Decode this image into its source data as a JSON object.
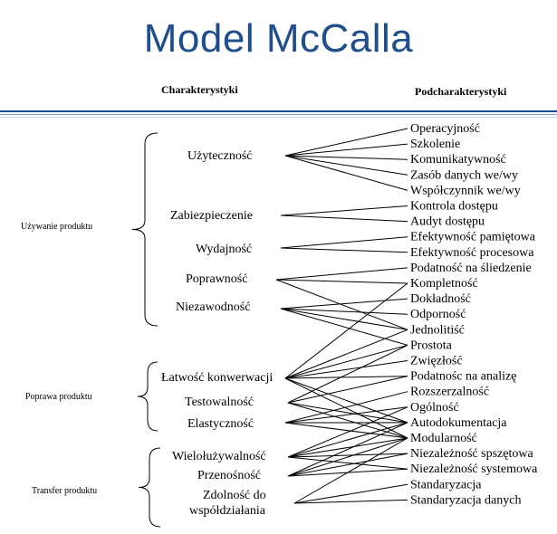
{
  "title": "Model McCalla",
  "headers": {
    "left": "Charakterystyki",
    "right": "Podcharakterystyki"
  },
  "groups": [
    {
      "id": "g1",
      "label": "Używanie produktu"
    },
    {
      "id": "g2",
      "label": "Poprawa produktu"
    },
    {
      "id": "g3",
      "label": "Transfer produktu"
    }
  ],
  "characteristics": [
    {
      "id": "c1",
      "label": "Użyteczność"
    },
    {
      "id": "c2",
      "label": "Zabiezpieczenie"
    },
    {
      "id": "c3",
      "label": "Wydajność"
    },
    {
      "id": "c4",
      "label": "Poprawność"
    },
    {
      "id": "c5",
      "label": "Niezawodność"
    },
    {
      "id": "c6",
      "label": "Łatwość konwerwacji"
    },
    {
      "id": "c7",
      "label": "Testowalność"
    },
    {
      "id": "c8",
      "label": "Elastyczność"
    },
    {
      "id": "c9",
      "label": "Wielołużywalność"
    },
    {
      "id": "c10",
      "label": "Przenośność"
    },
    {
      "id": "c11",
      "label": "Zdolność do",
      "label2": "współdziałania"
    }
  ],
  "subcharacteristics": [
    {
      "id": "s1",
      "label": "Operacyjność"
    },
    {
      "id": "s2",
      "label": "Szkolenie"
    },
    {
      "id": "s3",
      "label": "Komunikatywność"
    },
    {
      "id": "s4",
      "label": "Zasób danych we/wy"
    },
    {
      "id": "s5",
      "label": "Współczynnik we/wy"
    },
    {
      "id": "s6",
      "label": "Kontrola dostępu"
    },
    {
      "id": "s7",
      "label": "Audyt dostępu"
    },
    {
      "id": "s8",
      "label": "Efektywność pamiętowa"
    },
    {
      "id": "s9",
      "label": "Efektywność procesowa"
    },
    {
      "id": "s10",
      "label": "Podatność na śliedzenie"
    },
    {
      "id": "s11",
      "label": "Kompletność"
    },
    {
      "id": "s12",
      "label": "Dokładność"
    },
    {
      "id": "s13",
      "label": "Odporność"
    },
    {
      "id": "s14",
      "label": "Jednolitiść"
    },
    {
      "id": "s15",
      "label": "Prostota"
    },
    {
      "id": "s16",
      "label": "Zwięzłość"
    },
    {
      "id": "s17",
      "label": "Podatnośc na analizę"
    },
    {
      "id": "s18",
      "label": "Rozszerzalność"
    },
    {
      "id": "s19",
      "label": "Ogólność"
    },
    {
      "id": "s20",
      "label": "Autodokumentacja"
    },
    {
      "id": "s21",
      "label": "Modularność"
    },
    {
      "id": "s22",
      "label": "Niezależność spszętowa"
    },
    {
      "id": "s23",
      "label": "Niezależność systemowa"
    },
    {
      "id": "s24",
      "label": "Standaryzacja"
    },
    {
      "id": "s25",
      "label": "Standaryzacja danych"
    }
  ],
  "connections": [
    [
      "c1",
      "s1"
    ],
    [
      "c1",
      "s2"
    ],
    [
      "c1",
      "s3"
    ],
    [
      "c1",
      "s4"
    ],
    [
      "c1",
      "s5"
    ],
    [
      "c2",
      "s6"
    ],
    [
      "c2",
      "s7"
    ],
    [
      "c3",
      "s8"
    ],
    [
      "c3",
      "s9"
    ],
    [
      "c4",
      "s10"
    ],
    [
      "c4",
      "s11"
    ],
    [
      "c4",
      "s14"
    ],
    [
      "c5",
      "s12"
    ],
    [
      "c5",
      "s13"
    ],
    [
      "c5",
      "s14"
    ],
    [
      "c5",
      "s15"
    ],
    [
      "c6",
      "s11"
    ],
    [
      "c6",
      "s14"
    ],
    [
      "c6",
      "s15"
    ],
    [
      "c6",
      "s16"
    ],
    [
      "c6",
      "s17"
    ],
    [
      "c6",
      "s20"
    ],
    [
      "c6",
      "s21"
    ],
    [
      "c7",
      "s15"
    ],
    [
      "c7",
      "s17"
    ],
    [
      "c7",
      "s20"
    ],
    [
      "c7",
      "s21"
    ],
    [
      "c8",
      "s18"
    ],
    [
      "c8",
      "s19"
    ],
    [
      "c8",
      "s20"
    ],
    [
      "c8",
      "s21"
    ],
    [
      "c9",
      "s19"
    ],
    [
      "c9",
      "s20"
    ],
    [
      "c9",
      "s21"
    ],
    [
      "c9",
      "s22"
    ],
    [
      "c9",
      "s23"
    ],
    [
      "c10",
      "s20"
    ],
    [
      "c10",
      "s21"
    ],
    [
      "c10",
      "s22"
    ],
    [
      "c10",
      "s23"
    ],
    [
      "c11",
      "s21"
    ],
    [
      "c11",
      "s24"
    ],
    [
      "c11",
      "s25"
    ]
  ]
}
